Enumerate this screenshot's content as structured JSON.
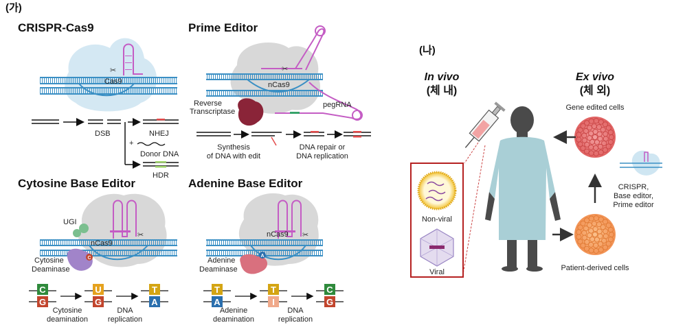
{
  "panel_ga": {
    "tag": "(가)",
    "crispr": {
      "title": "CRISPR-Cas9",
      "protein": "Cas9",
      "dsb": "DSB",
      "nhej": "NHEJ",
      "donor_plus": "+",
      "donor": "Donor DNA",
      "hdr": "HDR"
    },
    "prime": {
      "title": "Prime Editor",
      "protein": "nCas9",
      "rt_line1": "Reverse",
      "rt_line2": "Transcriptase",
      "pegrna": "pegRNA",
      "synth_line1": "Synthesis",
      "synth_line2": "of DNA with edit",
      "repair_line1": "DNA repair or",
      "repair_line2": "DNA replication"
    },
    "cbe": {
      "title": "Cytosine Base Editor",
      "protein": "nCas9",
      "ugi": "UGI",
      "c_mark": "C",
      "deam_line1": "Cytosine",
      "deam_line2": "Deaminase",
      "pairs": [
        {
          "top": "C",
          "bottom": "G"
        },
        {
          "top": "U",
          "bottom": "G"
        },
        {
          "top": "T",
          "bottom": "A"
        }
      ],
      "step1_line1": "Cytosine",
      "step1_line2": "deamination",
      "step2_line1": "DNA",
      "step2_line2": "replication"
    },
    "abe": {
      "title": "Adenine Base Editor",
      "protein": "nCas9",
      "a_mark": "A",
      "deam_line1": "Adenine",
      "deam_line2": "Deaminase",
      "pairs": [
        {
          "top": "T",
          "bottom": "A"
        },
        {
          "top": "T",
          "bottom": "I"
        },
        {
          "top": "C",
          "bottom": "G"
        }
      ],
      "step1_line1": "Adenine",
      "step1_line2": "deamination",
      "step2_line1": "DNA",
      "step2_line2": "replication"
    }
  },
  "panel_na": {
    "tag": "(나)",
    "in_vivo": "In vivo",
    "in_vivo_kr": "(체 내)",
    "ex_vivo": "Ex vivo",
    "ex_vivo_kr": "(체 외)",
    "non_viral": "Non-viral",
    "viral": "Viral",
    "gene_edited": "Gene edited cells",
    "crispr_line1": "CRISPR,",
    "crispr_line2": "Base editor,",
    "crispr_line3": "Prime editor",
    "patient_cells": "Patient-derived  cells"
  },
  "colors": {
    "dna_blue": "#3a8fc4",
    "guide_pink": "#c45cc4",
    "blob_gray": "#d8d8d8",
    "blob_blue": "#cfe6f2",
    "rt_maroon": "#8a2438",
    "deaminase_purple": "#a184c9",
    "adenine_pink": "#d9707e",
    "ugi_green": "#7bbf8f",
    "base_C": "#2f8a3c",
    "base_G": "#c2452d",
    "base_U": "#e5a21e",
    "base_T": "#d4a514",
    "base_A": "#2a6fae",
    "base_I": "#f0a98a",
    "gown": "#a9cfd6",
    "red_box": "#b52020",
    "edited_cells": "#e86a6a",
    "patient_cells": "#f39a5a"
  }
}
